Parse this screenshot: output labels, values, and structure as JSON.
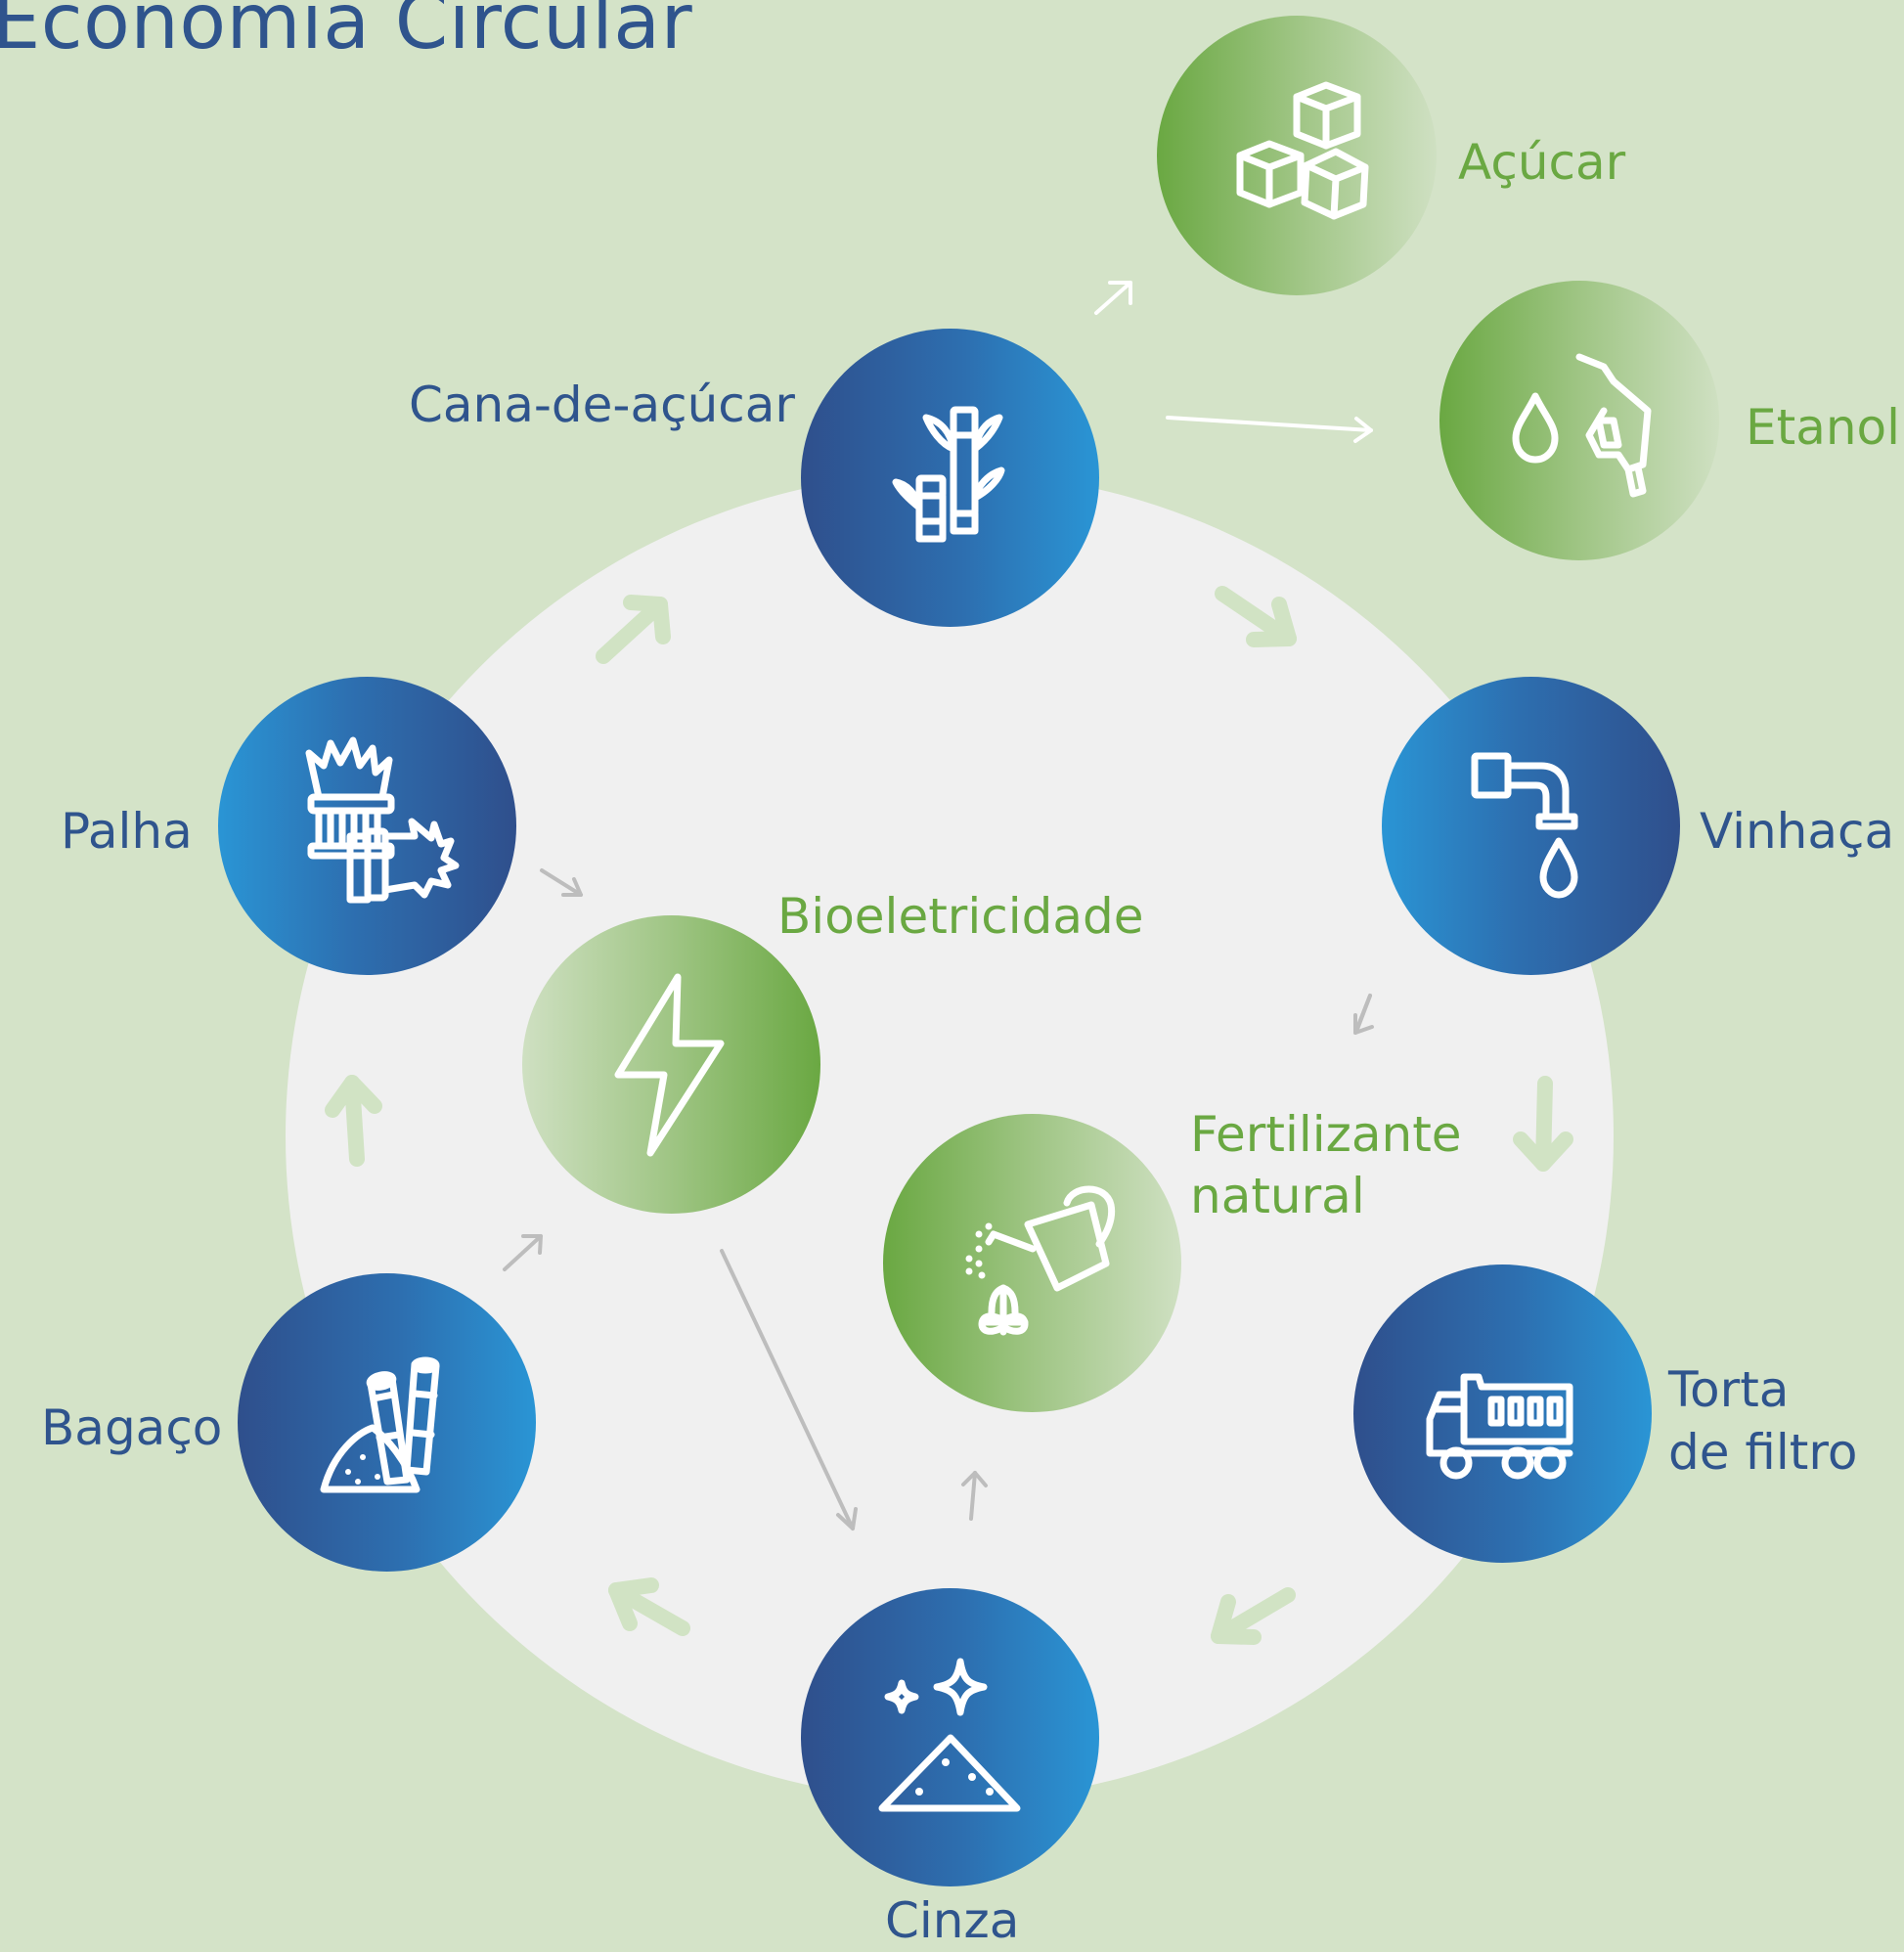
{
  "title": "Economia Circular",
  "nodes": {
    "cana": "Cana-de-açúcar",
    "acucar": "Açúcar",
    "etanol": "Etanol",
    "vinhaca": "Vinhaça",
    "torta_line1": "Torta",
    "torta_line2": "de filtro",
    "cinza": "Cinza",
    "bagaco": "Bagaço",
    "palha": "Palha",
    "bioeletricidade": "Bioeletricidade",
    "fertilizante_line1": "Fertilizante",
    "fertilizante_line2": "natural"
  },
  "icons": {
    "cana": "sugarcane-icon",
    "acucar": "sugar-cubes-icon",
    "etanol": "fuel-nozzle-icon",
    "vinhaca": "faucet-drop-icon",
    "torta": "dump-truck-icon",
    "cinza": "ash-pile-icon",
    "bagaco": "bagasse-icon",
    "palha": "straw-bundle-icon",
    "bioeletricidade": "lightning-icon",
    "fertilizante": "watering-can-icon"
  },
  "colors": {
    "background": "#d4e3c8",
    "ring": "#f0f0f0",
    "blue_dark": "#2f4f8c",
    "blue_light": "#2a95d5",
    "green_dark": "#6aa842",
    "green_light": "#cfe0c2",
    "title_text": "#2f548d",
    "green_text": "#6aa842"
  }
}
